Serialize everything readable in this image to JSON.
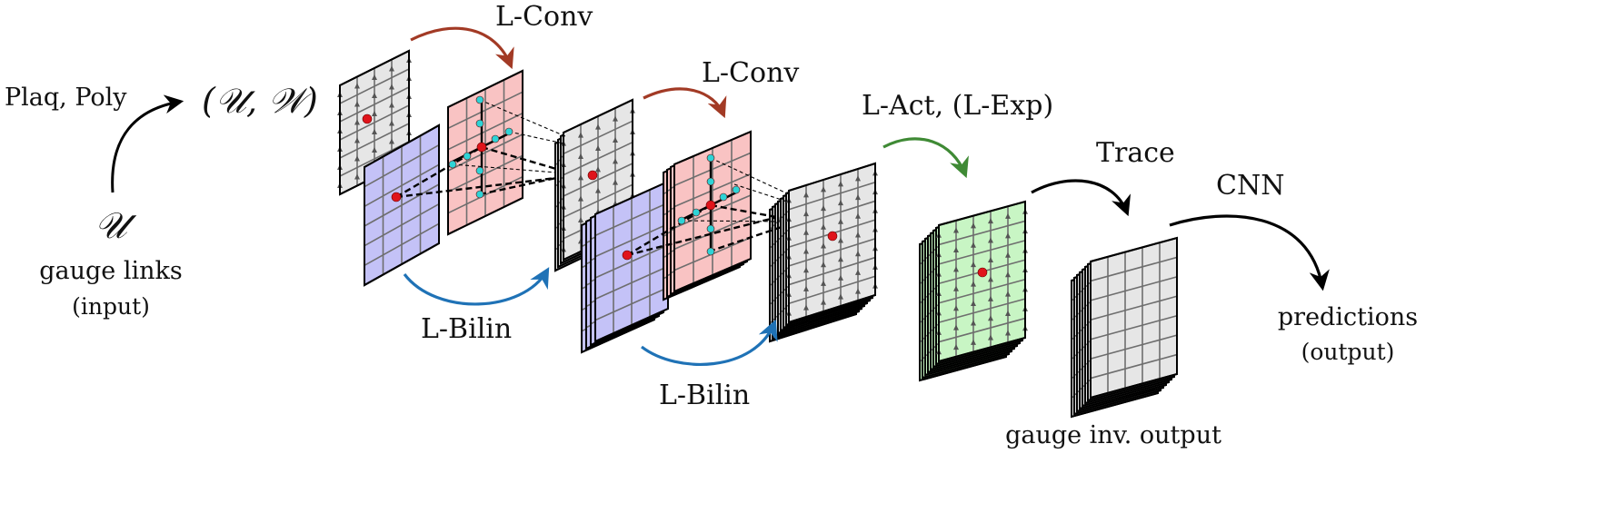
{
  "labels": {
    "plaq_poly": "Plaq, Poly",
    "uw_pair": "(𝒰, 𝒲)",
    "u_symbol": "𝒰",
    "gauge_links": "gauge links",
    "input_note": "(input)",
    "lconv_1": "L-Conv",
    "lconv_2": "L-Conv",
    "lbilin_1": "L-Bilin",
    "lbilin_2": "L-Bilin",
    "lact": "L-Act, (L-Exp)",
    "trace": "Trace",
    "cnn": "CNN",
    "predictions": "predictions",
    "output_note": "(output)",
    "gauge_inv_output": "gauge inv. output"
  },
  "colors": {
    "gray_layer": "#e6e6e6",
    "blue_layer": "#c4c2f7",
    "red_layer": "#f9c3c3",
    "green_layer": "#c8f5c4",
    "grid_line": "#6e6e6e",
    "conv_arrow": "#a23a25",
    "bilin_arrow": "#1f72b6",
    "act_arrow": "#3f8a35",
    "node_red": "#e0141b",
    "node_cyan": "#2ed3d6"
  }
}
